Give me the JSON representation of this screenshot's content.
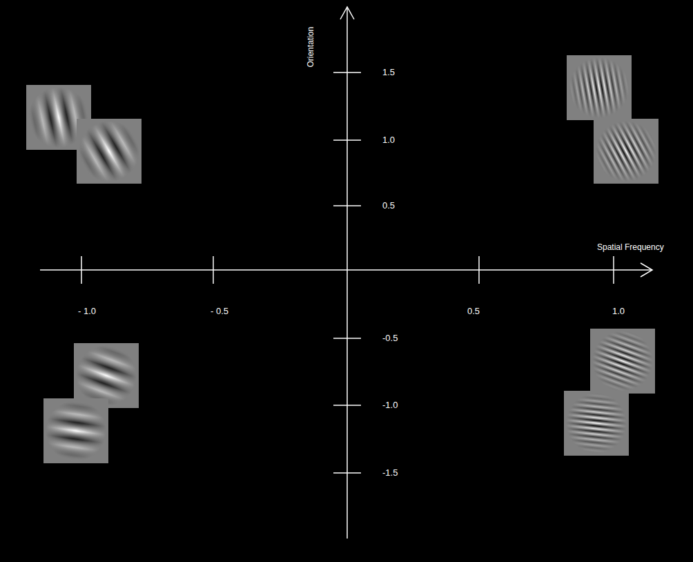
{
  "diagram": {
    "labels": [
      "Orientation",
      "1.5",
      "1.0",
      "0.5",
      "Spatial Frequency",
      "- 1.0",
      "- 0.5",
      "0.5",
      "1.0",
      "-0.5",
      "-1.0",
      "-1.5"
    ]
  }
}
